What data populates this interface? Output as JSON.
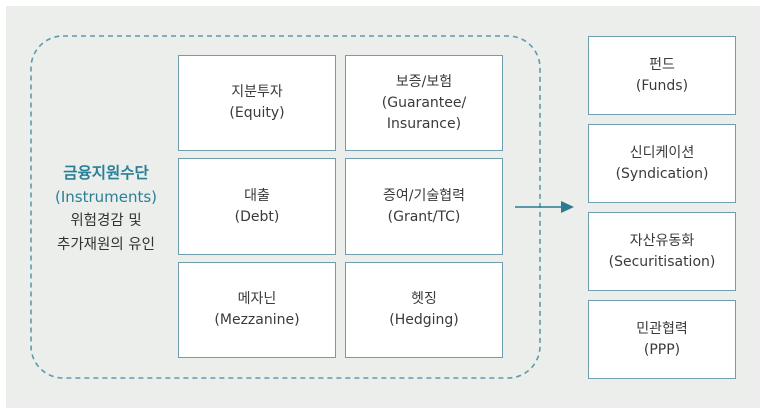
{
  "colors": {
    "background_panel": "#ebeeea",
    "box_border": "#6f9fae",
    "dashed_border": "#5f9aab",
    "accent_text": "#2a7f98",
    "arrow": "#2a7a92",
    "body_text": "#3a3a3a"
  },
  "instruments_label": {
    "title": "금융지원수단",
    "subtitle": "(Instruments)",
    "desc_line1": "위험경감 및",
    "desc_line2": "추가재원의 유인"
  },
  "instruments": [
    {
      "ko": "지분투자",
      "en": "(Equity)"
    },
    {
      "ko": "보증/보험",
      "en": "(Guarantee/\nInsurance)"
    },
    {
      "ko": "대출",
      "en": "(Debt)"
    },
    {
      "ko": "증여/기술협력",
      "en": "(Grant/TC)"
    },
    {
      "ko": "메자닌",
      "en": "(Mezzanine)"
    },
    {
      "ko": "헷징",
      "en": "(Hedging)"
    }
  ],
  "arrow_icon": "arrow-right-icon",
  "vehicles": [
    {
      "ko": "펀드",
      "en": "(Funds)"
    },
    {
      "ko": "신디케이션",
      "en": "(Syndication)"
    },
    {
      "ko": "자산유동화",
      "en": "(Securitisation)"
    },
    {
      "ko": "민관협력",
      "en": "(PPP)"
    }
  ]
}
